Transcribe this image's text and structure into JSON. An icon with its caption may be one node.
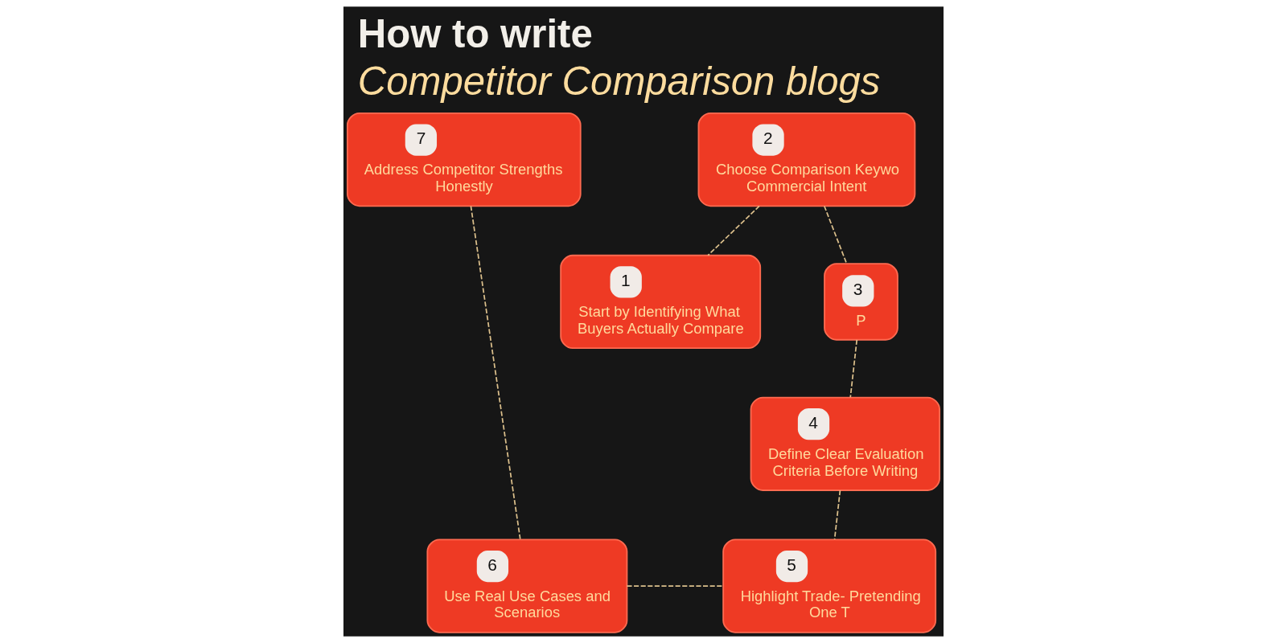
{
  "diagram": {
    "title": "**How to write** *Competitor Comparison blogs*",
    "nodes": [
      {
        "text": [
          "1",
          "Start by Identifying What Buyers Actually Compare"
        ]
      },
      {
        "text": [
          "2",
          "Choose Comparison Keywo Commercial Intent"
        ]
      },
      {
        "text": [
          "3",
          "P"
        ]
      },
      {
        "text": [
          "4",
          "Define Clear Evaluation Criteria Before Writing"
        ]
      },
      {
        "text": [
          "5",
          "Highlight Trade- Pretending One T"
        ]
      },
      {
        "text": [
          "6",
          "Use Real Use Cases and Scenarios"
        ]
      },
      {
        "text": [
          "7",
          "Address Competitor Strengths Honestly"
        ]
      }
    ],
    "edges": [
      {
        "from": 1,
        "to": 0,
        "arrow": "none",
        "style": "dashed"
      },
      {
        "from": 1,
        "to": 2,
        "arrow": "none",
        "style": "dashed"
      },
      {
        "from": 2,
        "to": 3,
        "arrow": "none",
        "style": "dashed"
      },
      {
        "from": 3,
        "to": 4,
        "arrow": "none",
        "style": "dashed"
      },
      {
        "from": 5,
        "to": 4,
        "arrow": "none",
        "style": "dashed"
      },
      {
        "from": 6,
        "to": 5,
        "arrow": "none",
        "style": "dashed"
      }
    ]
  }
}
